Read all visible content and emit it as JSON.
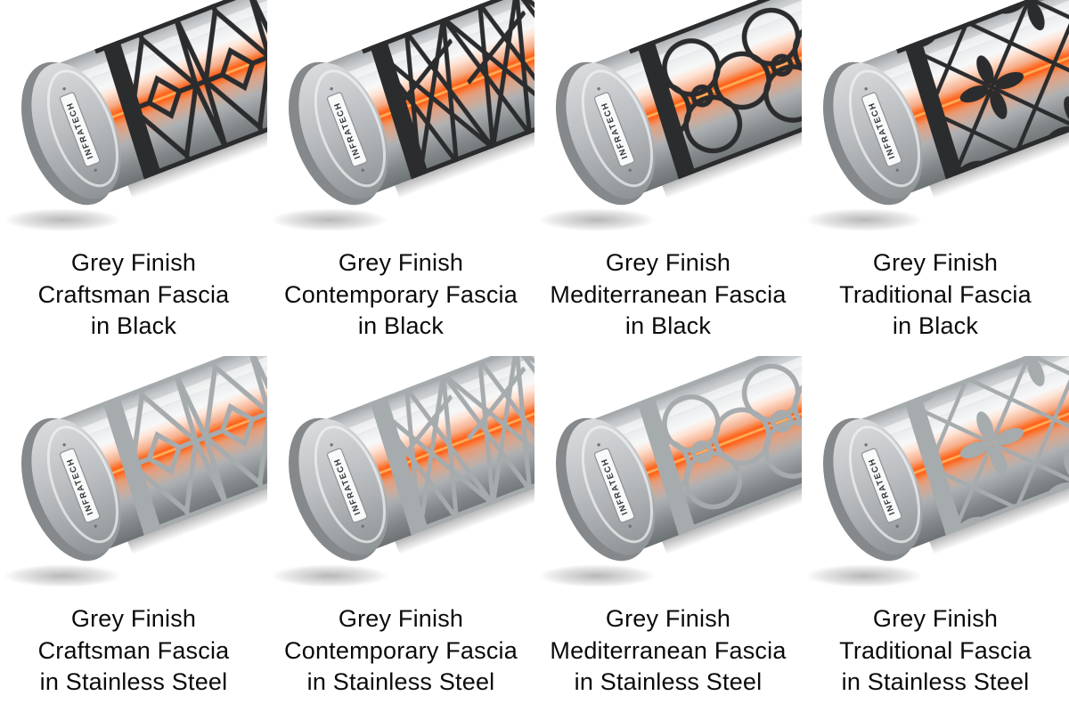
{
  "brand_label": "INFRATECH",
  "colors": {
    "background": "#ffffff",
    "caption_text": "#0a0a0a",
    "fascia_black": "#2b2c2e",
    "fascia_steel": "#a6abae",
    "glow_orange": "#ff5c14",
    "body_silver": "#d9dbdd",
    "cap_grey": "#9b9fa2"
  },
  "products": [
    {
      "finish": "Grey Finish",
      "fascia": "Craftsman Fascia",
      "variant": "in Black",
      "pattern": "craftsman",
      "fascia_finish": "black"
    },
    {
      "finish": "Grey Finish",
      "fascia": "Contemporary Fascia",
      "variant": "in Black",
      "pattern": "contemporary",
      "fascia_finish": "black"
    },
    {
      "finish": "Grey Finish",
      "fascia": "Mediterranean Fascia",
      "variant": "in Black",
      "pattern": "mediterranean",
      "fascia_finish": "black"
    },
    {
      "finish": "Grey Finish",
      "fascia": "Traditional Fascia",
      "variant": "in Black",
      "pattern": "traditional",
      "fascia_finish": "black"
    },
    {
      "finish": "Grey Finish",
      "fascia": "Craftsman Fascia",
      "variant": "in Stainless Steel",
      "pattern": "craftsman",
      "fascia_finish": "stainless-steel"
    },
    {
      "finish": "Grey Finish",
      "fascia": "Contemporary Fascia",
      "variant": "in Stainless Steel",
      "pattern": "contemporary",
      "fascia_finish": "stainless-steel"
    },
    {
      "finish": "Grey Finish",
      "fascia": "Mediterranean Fascia",
      "variant": "in Stainless Steel",
      "pattern": "mediterranean",
      "fascia_finish": "stainless-steel"
    },
    {
      "finish": "Grey Finish",
      "fascia": "Traditional Fascia",
      "variant": "in Stainless Steel",
      "pattern": "traditional",
      "fascia_finish": "stainless-steel"
    }
  ]
}
